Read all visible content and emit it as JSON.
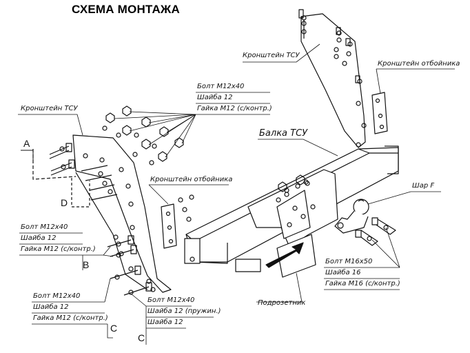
{
  "title": "СХЕМА МОНТАЖА",
  "labels": {
    "bracket_tsu_upper": "Кронштейн ТСУ",
    "bracket_bumper_upper": "Кронштейн отбойника",
    "bracket_tsu_left": "Кронштейн ТСУ",
    "bracket_bumper_left": "Кронштейн отбойника",
    "beam_tsu": "Балка ТСУ",
    "ball_f": "Шар F",
    "socket_plate": "Подрозетник"
  },
  "hardware_top": [
    "Болт M12x40",
    "Шайба 12",
    "Гайка M12 (с/контр.)"
  ],
  "hardware_b": [
    "Болт M12x40",
    "Шайба 12",
    "Гайка M12 (с/контр.)"
  ],
  "hardware_c_left": [
    "Болт M12x40",
    "Шайба 12",
    "Гайка M12 (с/контр.)"
  ],
  "hardware_c_right": [
    "Болт M12x40",
    "Шайба 12 (пружин.)",
    "Шайба 12"
  ],
  "hardware_ball": [
    "Болт M16x50",
    "Шайба 16",
    "Гайка M16 (с/контр.)"
  ],
  "letters": {
    "a": "A",
    "d": "D",
    "b": "B",
    "c_left": "C",
    "c_right": "C"
  }
}
